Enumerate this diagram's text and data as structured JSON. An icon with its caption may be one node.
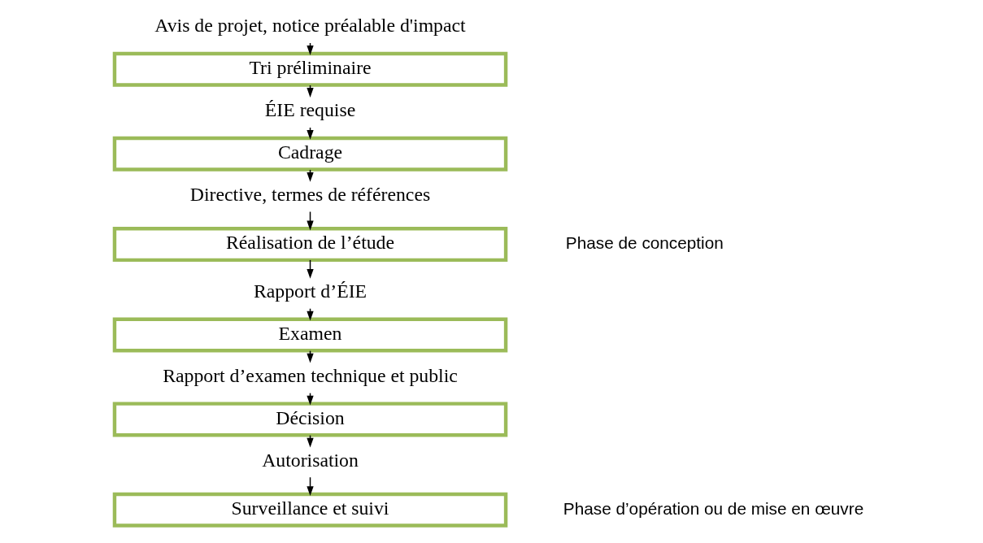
{
  "diagram": {
    "nodes": [
      {
        "text": [
          "Avis de projet, notice préalable d'impact"
        ]
      },
      {
        "text": [
          "Tri préliminaire"
        ]
      },
      {
        "text": [
          "ÉIE requise"
        ]
      },
      {
        "text": [
          "Cadrage"
        ]
      },
      {
        "text": [
          "Directive, termes de références"
        ]
      },
      {
        "text": [
          "Réalisation de l’étude"
        ]
      },
      {
        "text": [
          "Rapport d’ÉIE"
        ]
      },
      {
        "text": [
          "Examen"
        ]
      },
      {
        "text": [
          "Rapport d’examen technique et public"
        ]
      },
      {
        "text": [
          "Décision"
        ]
      },
      {
        "text": [
          "Autorisation"
        ]
      },
      {
        "text": [
          "Surveillance et suivi"
        ]
      }
    ],
    "edges": [
      {
        "from": 0,
        "to": 1,
        "arrow": "to"
      },
      {
        "from": 1,
        "to": 2,
        "arrow": "to"
      },
      {
        "from": 2,
        "to": 3,
        "arrow": "to"
      },
      {
        "from": 3,
        "to": 4,
        "arrow": "to"
      },
      {
        "from": 4,
        "to": 5,
        "arrow": "to"
      },
      {
        "from": 5,
        "to": 6,
        "arrow": "to"
      },
      {
        "from": 6,
        "to": 7,
        "arrow": "to"
      },
      {
        "from": 7,
        "to": 8,
        "arrow": "to"
      },
      {
        "from": 8,
        "to": 9,
        "arrow": "to"
      },
      {
        "from": 9,
        "to": 10,
        "arrow": "to"
      },
      {
        "from": 10,
        "to": 11,
        "arrow": "to"
      }
    ],
    "labels": [
      "Phase de conception",
      "Phase d’opération ou de mise en œuvre"
    ]
  }
}
